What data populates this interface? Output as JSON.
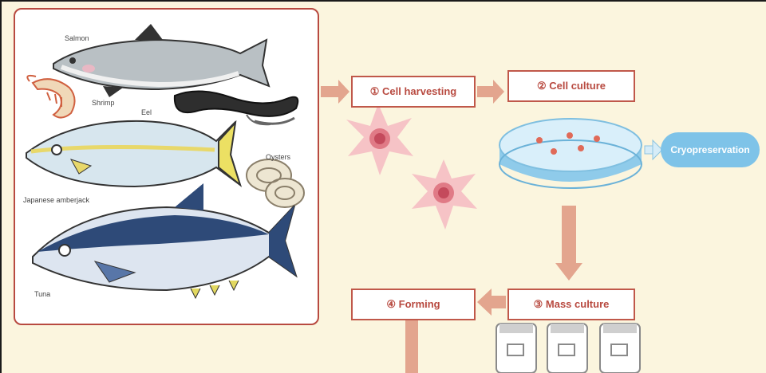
{
  "species": {
    "salmon": "Salmon",
    "shrimp": "Shrimp",
    "eel": "Eel",
    "oysters": "Oysters",
    "amberjack": "Japanese amberjack",
    "tuna": "Tuna"
  },
  "steps": {
    "cell_harvesting": "① Cell harvesting",
    "cell_culture": "② Cell culture",
    "mass_culture": "③ Mass culture",
    "forming": "④ Forming",
    "cryopreservation": "Cryopreservation"
  },
  "colors": {
    "panel_border": "#b84a40",
    "arrow": "#e3a58e",
    "cryo_fill": "#7ec3e8",
    "background": "#fbf5de"
  }
}
